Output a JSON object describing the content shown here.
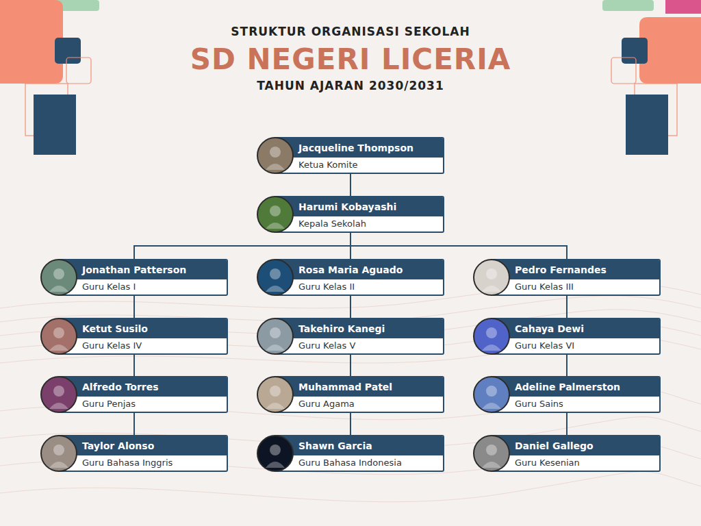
{
  "diagram": {
    "title": "SD NEGERI LICERIA",
    "nodes": [
      {
        "text": [
          "Jacqueline Thompson",
          "Ketua Komite"
        ]
      },
      {
        "text": [
          "Harumi Kobayashi",
          "Kepala Sekolah"
        ]
      },
      {
        "text": [
          "Jonathan Patterson",
          "Guru Kelas I"
        ]
      },
      {
        "text": [
          "Rosa Maria Aguado",
          "Guru Kelas II"
        ]
      },
      {
        "text": [
          "Pedro Fernandes",
          "Guru Kelas III"
        ]
      },
      {
        "text": [
          "Ketut Susilo",
          "Guru Kelas IV"
        ]
      },
      {
        "text": [
          "Takehiro Kanegi",
          "Guru Kelas V"
        ]
      },
      {
        "text": [
          "Cahaya Dewi",
          "Guru Kelas VI"
        ]
      },
      {
        "text": [
          "Alfredo Torres",
          "Guru Penjas"
        ]
      },
      {
        "text": [
          "Muhammad Patel",
          "Guru Agama"
        ]
      },
      {
        "text": [
          "Adeline Palmerston",
          "Guru Sains"
        ]
      },
      {
        "text": [
          "Taylor Alonso",
          "Guru Bahasa Inggris"
        ]
      },
      {
        "text": [
          "Shawn Garcia",
          "Guru Bahasa Indonesia"
        ]
      },
      {
        "text": [
          "Daniel Gallego",
          "Guru Kesenian"
        ]
      }
    ],
    "edges": [
      {
        "from": 0,
        "to": 1,
        "arrow": "none"
      },
      {
        "from": 1,
        "to": 2,
        "arrow": "none"
      },
      {
        "from": 1,
        "to": 3,
        "arrow": "none"
      },
      {
        "from": 1,
        "to": 4,
        "arrow": "none"
      },
      {
        "from": 2,
        "to": 5,
        "arrow": "none"
      },
      {
        "from": 5,
        "to": 8,
        "arrow": "none"
      },
      {
        "from": 8,
        "to": 11,
        "arrow": "none"
      },
      {
        "from": 3,
        "to": 6,
        "arrow": "none"
      },
      {
        "from": 6,
        "to": 9,
        "arrow": "none"
      },
      {
        "from": 9,
        "to": 12,
        "arrow": "none"
      },
      {
        "from": 4,
        "to": 7,
        "arrow": "none"
      },
      {
        "from": 7,
        "to": 10,
        "arrow": "none"
      },
      {
        "from": 10,
        "to": 13,
        "arrow": "none"
      }
    ],
    "labels": [
      "STRUKTUR ORGANISASI SEKOLAH",
      "TAHUN AJARAN 2030/2031"
    ]
  }
}
